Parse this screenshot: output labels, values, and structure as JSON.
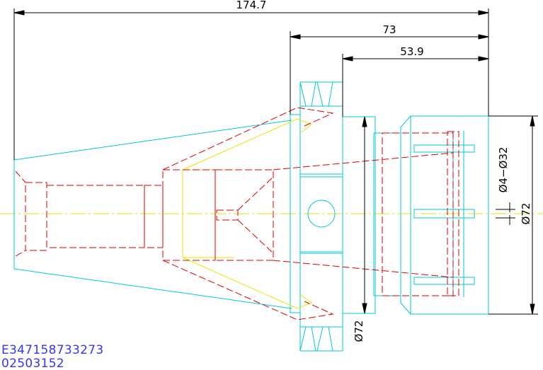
{
  "colors": {
    "background": "#ffffff",
    "outline": "#00c8d8",
    "hidden_lines": "#e00000",
    "centerline": "#e6e600",
    "dimension": "#000000",
    "code_text": "#3535ff"
  },
  "dimensions": {
    "overall_length": "174.7",
    "flange_to_end": "73",
    "body_to_end": "53.9",
    "slot_spec": "Ø4−Ø32",
    "nut_diameter": "Ø72",
    "flange_diameter": "Ø72"
  },
  "codes": {
    "line1": "E347158733273",
    "line2": "02503152"
  }
}
